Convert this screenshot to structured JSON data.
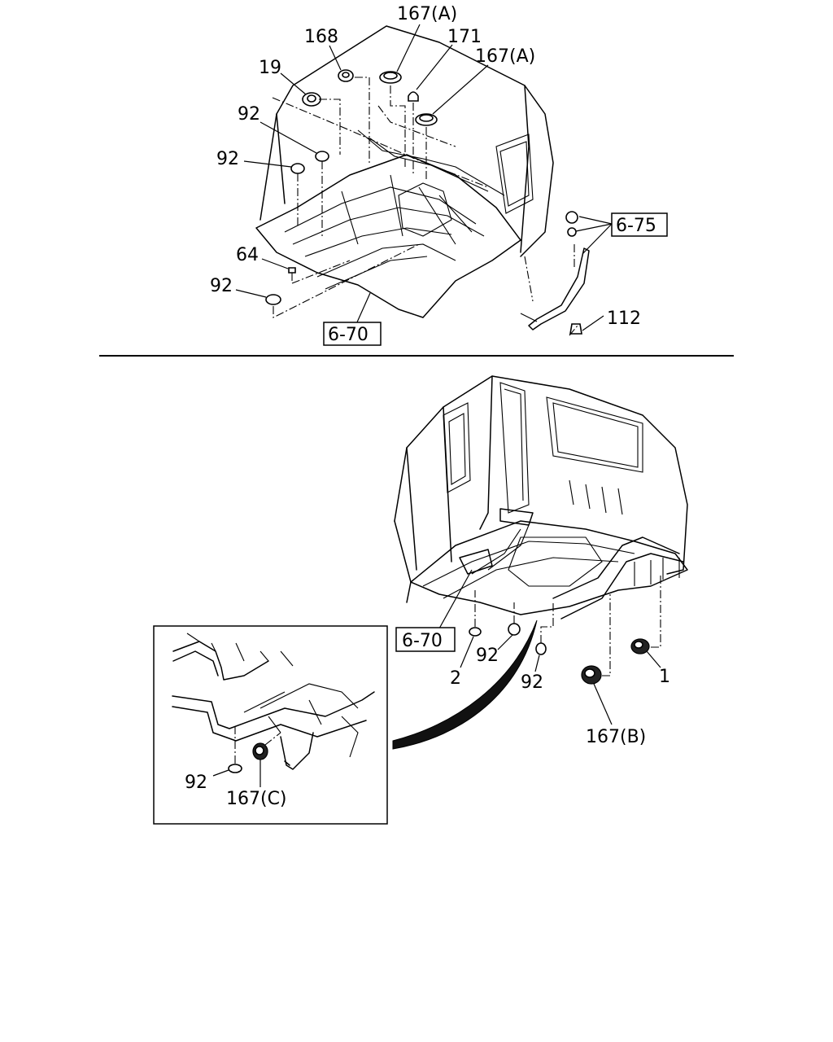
{
  "callouts": {
    "c167a_top": "167(A)",
    "c168": "168",
    "c171": "171",
    "c167a_right": "167(A)",
    "c19": "19",
    "c92_a": "92",
    "c92_b": "92",
    "c64": "64",
    "c92_c": "92",
    "c6_75": "6-75",
    "c112": "112",
    "c6_70_top": "6-70",
    "c6_70_bottom": "6-70",
    "c2": "2",
    "c92_d": "92",
    "c92_e": "92",
    "c1": "1",
    "c167b": "167(B)",
    "c92_inset": "92",
    "c167c": "167(C)"
  }
}
